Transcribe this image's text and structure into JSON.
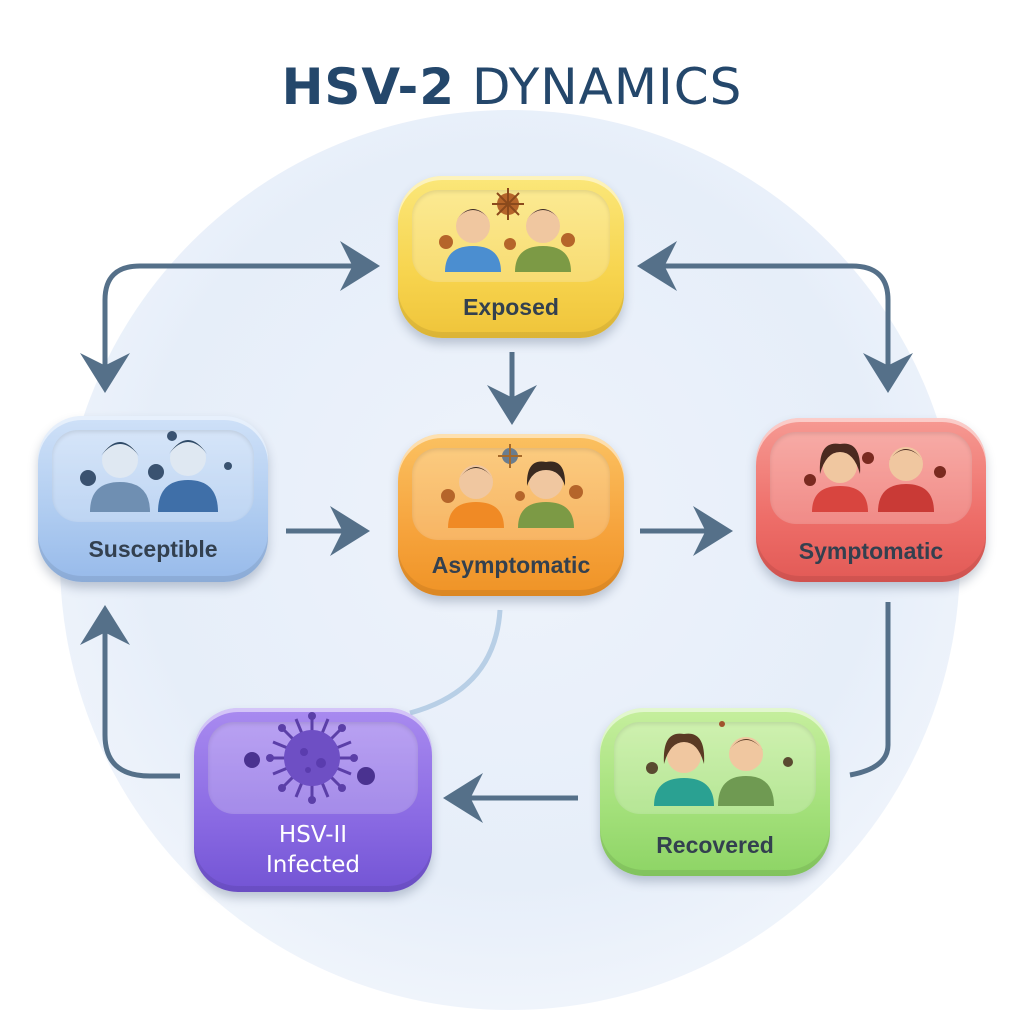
{
  "title": {
    "part1": "HSV-2",
    "part2": "DYNAMICS"
  },
  "nodes": {
    "exposed": {
      "label": "Exposed",
      "color": "#f7d44e"
    },
    "asymptomatic": {
      "label": "Asymptomatic",
      "color": "#f6a33c"
    },
    "susceptible": {
      "label": "Susceptible",
      "color": "#aecbf0"
    },
    "symptomatic": {
      "label": "Symptomatic",
      "color": "#ee6e69"
    },
    "recovered": {
      "label": "Recovered",
      "color": "#a3e07a"
    },
    "infected": {
      "label_line1": "HSV-II",
      "label_line2": "Infected",
      "color": "#8a6ae3"
    }
  },
  "edges": [
    {
      "from": "susceptible",
      "to": "exposed"
    },
    {
      "from": "exposed",
      "to": "susceptible"
    },
    {
      "from": "exposed",
      "to": "asymptomatic"
    },
    {
      "from": "susceptible",
      "to": "asymptomatic"
    },
    {
      "from": "asymptomatic",
      "to": "symptomatic"
    },
    {
      "from": "symptomatic",
      "to": "exposed"
    },
    {
      "from": "exposed",
      "to": "symptomatic"
    },
    {
      "from": "symptomatic",
      "to": "recovered"
    },
    {
      "from": "recovered",
      "to": "infected"
    },
    {
      "from": "infected",
      "to": "susceptible"
    },
    {
      "from": "asymptomatic",
      "to": "infected"
    }
  ],
  "icons": [
    "person-icon",
    "virus-icon",
    "globe-background"
  ],
  "colors": {
    "arrow": "#557089",
    "title": "#24476b"
  }
}
